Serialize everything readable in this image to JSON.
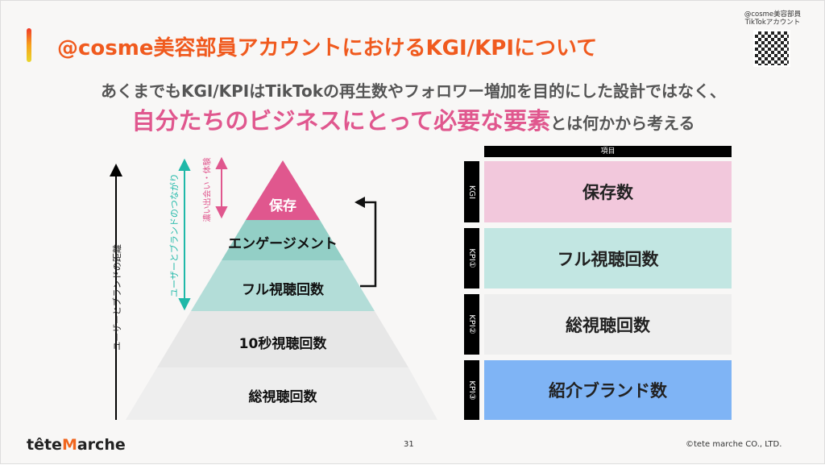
{
  "title": "@cosme美容部員アカウントにおけるKGI/KPIについて",
  "qr": {
    "label_line1": "@cosme美容部員",
    "label_line2": "TikTokアカウント"
  },
  "subtitle": {
    "line1": "あくまでもKGI/KPIはTikTokの再生数やフォロワー増加を目的にした設計ではなく、",
    "highlight": "自分たちのビジネスにとって必要な要素",
    "rest": "とは何かから考える"
  },
  "pyramid": {
    "axis_label": "ユーザーとブランドの距離",
    "connection_label": "ユーザーとブランドのつながり",
    "deep_label": "濃い出会い・体験",
    "layers": [
      "保存",
      "エンゲージメント",
      "フル視聴回数",
      "10秒視聴回数",
      "総視聴回数"
    ]
  },
  "table": {
    "header": "項目",
    "rows": [
      {
        "tag": "KGI",
        "item": "保存数",
        "color": "#f2c8dc"
      },
      {
        "tag": "KPI①",
        "item": "フル視聴回数",
        "color": "#c2e6e2"
      },
      {
        "tag": "KPI②",
        "item": "総視聴回数",
        "color": "#eeeeee"
      },
      {
        "tag": "KPI③",
        "item": "紹介ブランド数",
        "color": "#7fb4f5"
      }
    ]
  },
  "footer": {
    "logo_a": "tête",
    "logo_m": "M",
    "logo_b": "arche",
    "page": "31",
    "copyright": "©tete marche CO., LTD."
  },
  "colors": {
    "accent": "#f05a1e",
    "pink": "#e0578e",
    "teal": "#1fb8a8"
  }
}
